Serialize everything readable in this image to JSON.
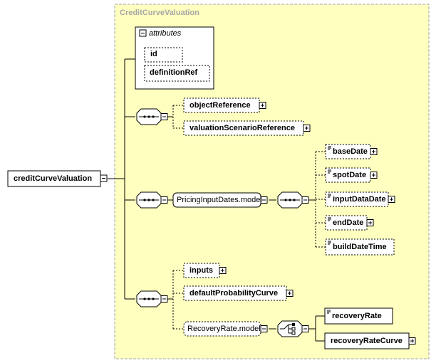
{
  "type_name": "CreditCurveValuation",
  "root": {
    "label": "creditCurveValuation"
  },
  "attributes": {
    "header": "attributes",
    "items": [
      "id",
      "definitionRef"
    ]
  },
  "sequence1": {
    "items": [
      "objectReference",
      "valuationScenarioReference"
    ]
  },
  "pricing_group": {
    "label": "PricingInputDates.model",
    "items": [
      "baseDate",
      "spotDate",
      "inputDataDate",
      "endDate",
      "buildDateTime"
    ]
  },
  "sequence3": {
    "items": [
      "inputs",
      "defaultProbabilityCurve"
    ]
  },
  "recovery_group": {
    "label": "RecoveryRate.model",
    "choices": [
      "recoveryRate",
      "recoveryRateCurve"
    ]
  },
  "colors": {
    "type_background": "#ffffc0",
    "type_border": "#a6a6a6",
    "type_title": "#a6a6a6",
    "element_border": "#000000",
    "element_background": "#ffffff"
  }
}
